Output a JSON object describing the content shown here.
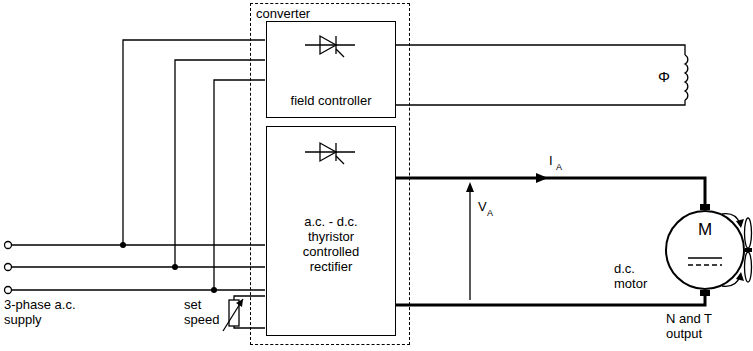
{
  "diagram": {
    "nodes": [
      {
        "text": [
          "converter"
        ]
      },
      {
        "text": [
          "field controller"
        ],
        "in": 0
      },
      {
        "text": [
          "a.c. - d.c. thyristor controlled rectifier"
        ],
        "in": 0
      },
      {
        "text": [
          "M"
        ]
      }
    ],
    "edges": [
      {
        "from": 2,
        "to": 3,
        "arrow": "none"
      },
      {
        "from": 2,
        "to": 3,
        "arrow": "none"
      }
    ],
    "labels": [
      "Φ",
      "I",
      "A",
      "V",
      "A",
      "3-phase a.c. supply",
      "set speed",
      "d.c. motor",
      "N and T output"
    ]
  }
}
